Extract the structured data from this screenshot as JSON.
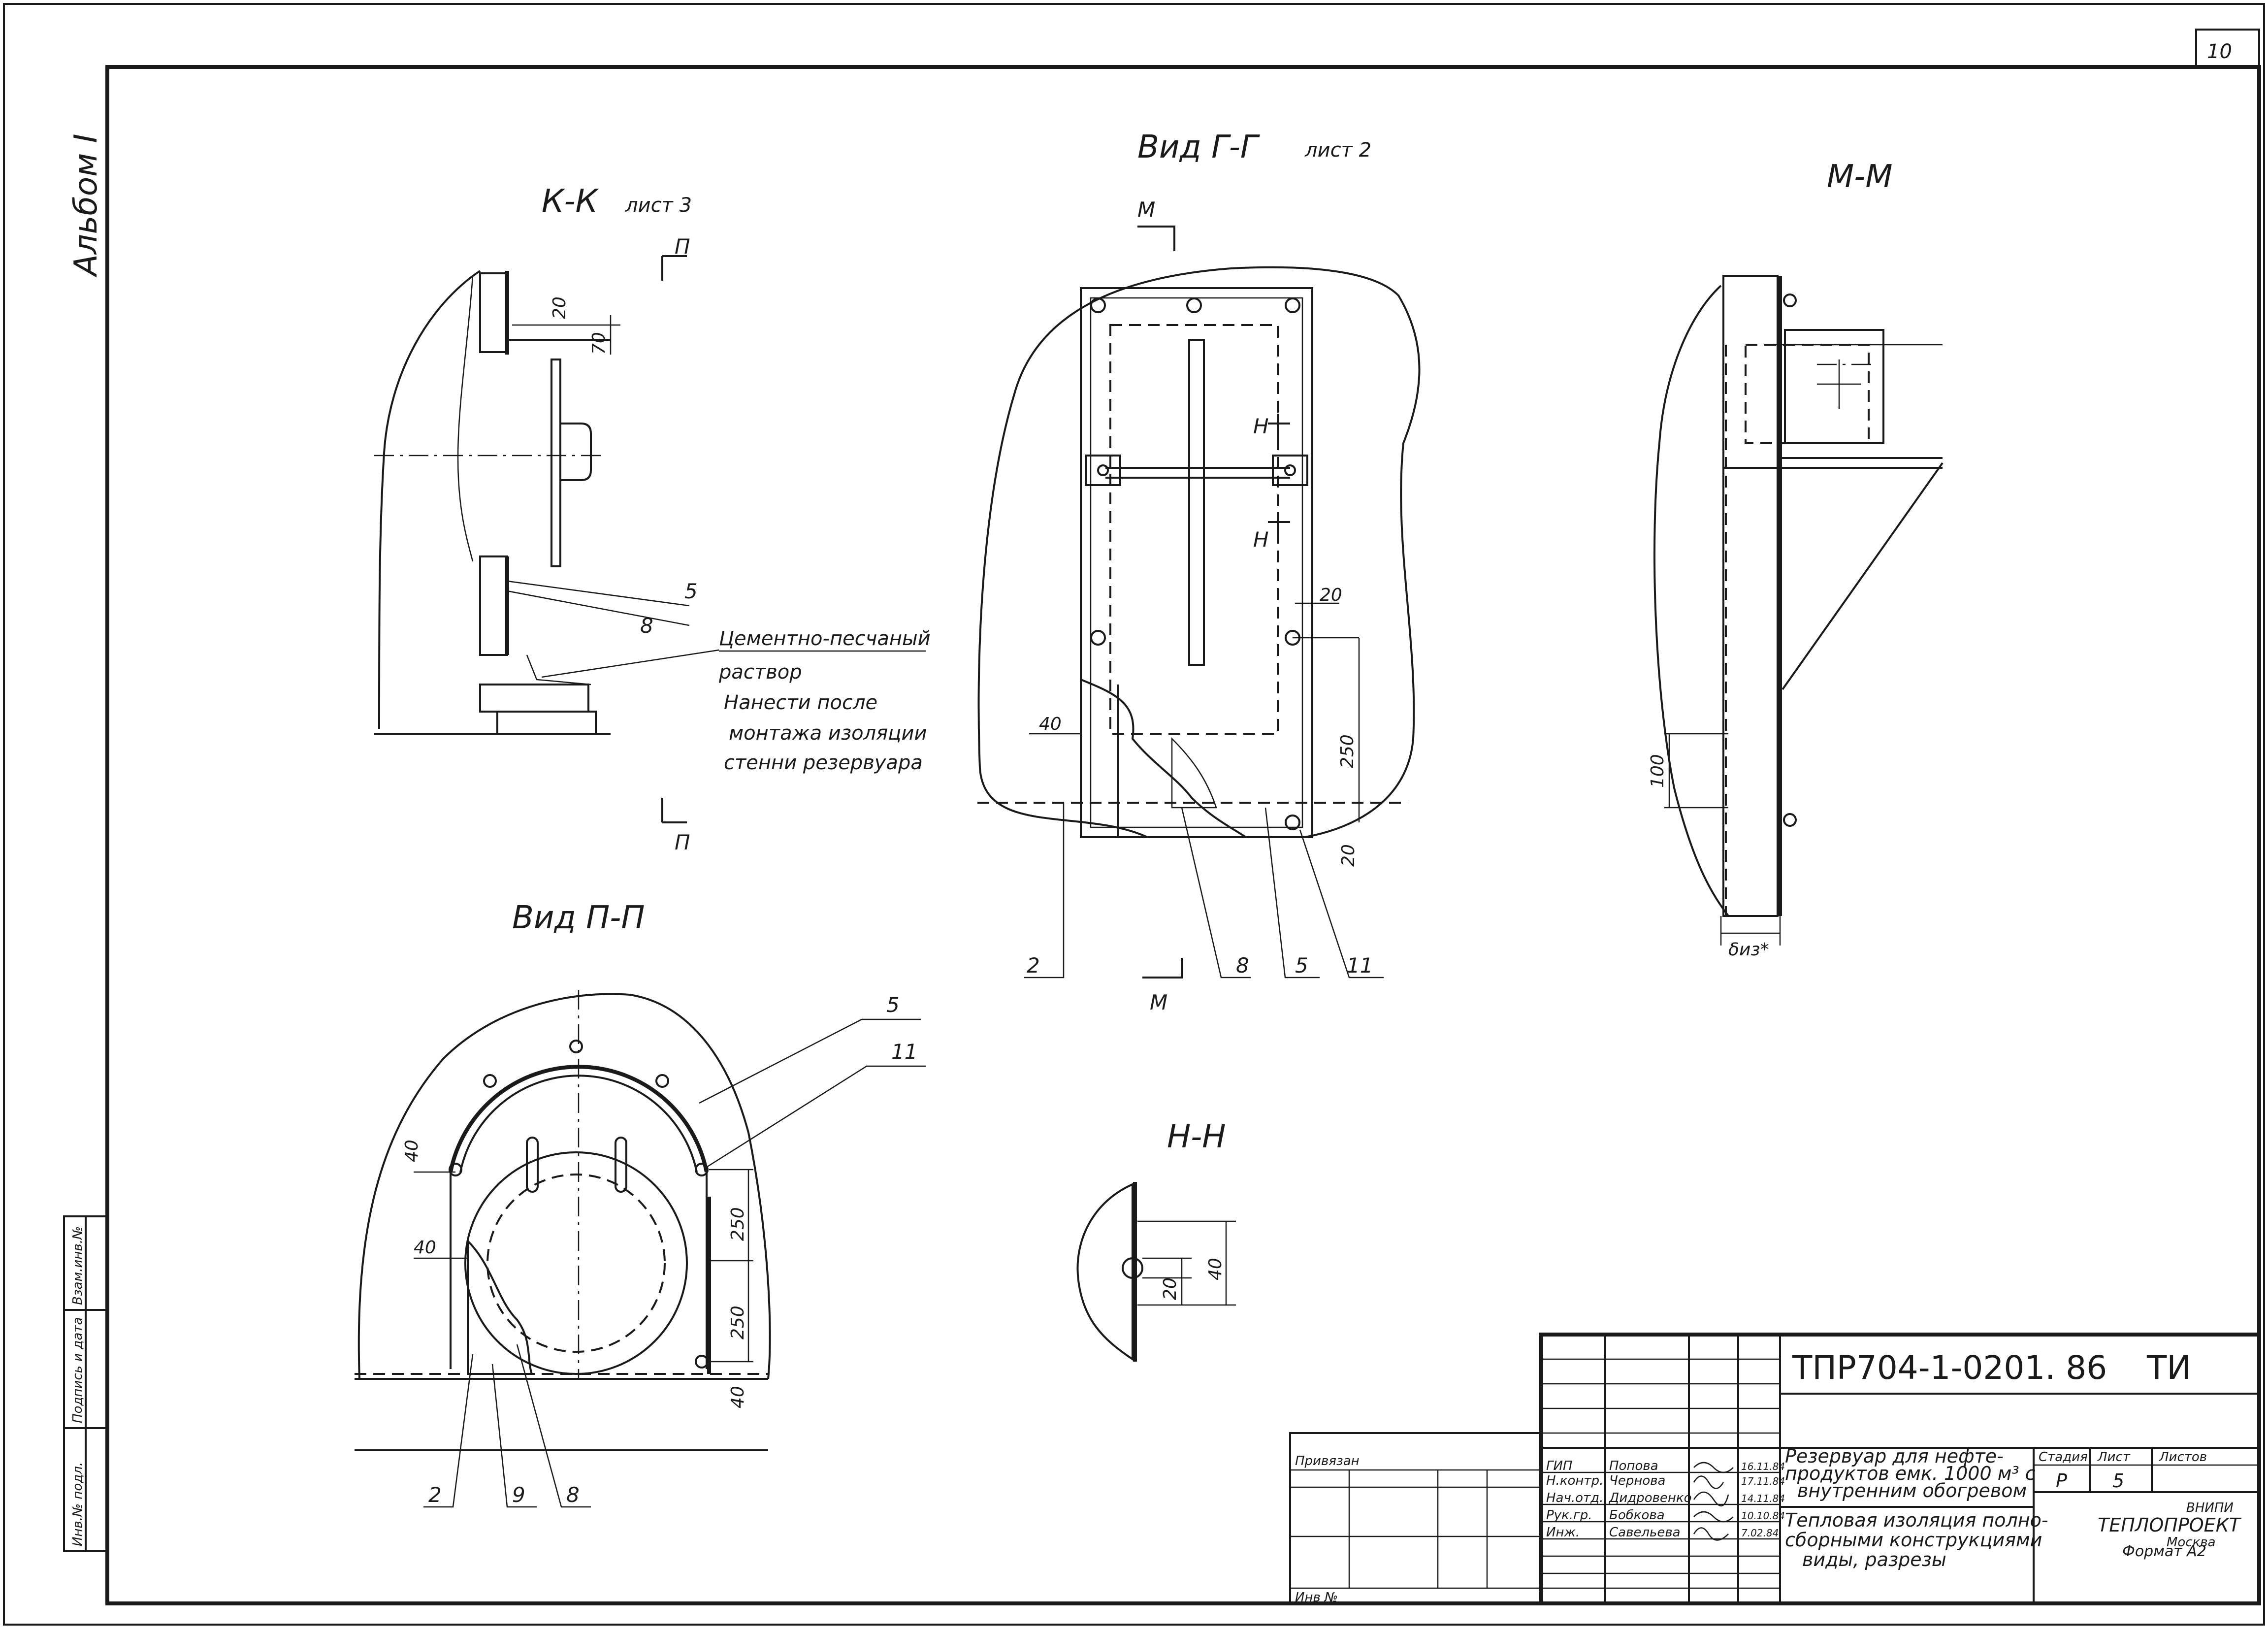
{
  "sheet": {
    "number": "10",
    "album": "Альбом I",
    "format": "Формат А2"
  },
  "views": {
    "kk": {
      "title": "К-К",
      "sheet_ref": "лист 3",
      "dims": [
        "20",
        "70"
      ],
      "callouts": [
        "5",
        "8"
      ],
      "section_mark": "П",
      "note": [
        "Цементно-песчаный",
        "раствор",
        "Нанести после",
        "монтажа изоляции",
        "стенни резервуара"
      ]
    },
    "gg": {
      "title": "Вид Г-Г",
      "sheet_ref": "лист 2",
      "section_m": "М",
      "section_n": "Н",
      "dims": [
        "20",
        "250",
        "40",
        "20"
      ],
      "callouts": [
        "2",
        "8",
        "5",
        "11"
      ]
    },
    "mm": {
      "title": "М-М",
      "dims": [
        "100",
        "δиз*"
      ]
    },
    "pp": {
      "title": "Вид П-П",
      "dims": [
        "40",
        "40",
        "250",
        "250",
        "40"
      ],
      "callouts": [
        "5",
        "11",
        "2",
        "9",
        "8"
      ]
    },
    "nn": {
      "title": "Н-Н",
      "dims": [
        "20",
        "40"
      ]
    }
  },
  "title_block": {
    "code": "ТПР704-1-0201. 86",
    "mark": "ТИ",
    "bound": "Привязан",
    "inv": "Инв №",
    "roles": [
      "ГИП",
      "Н.контр.",
      "Нач.отд.",
      "Рук.гр.",
      "Инж."
    ],
    "names": [
      "Попова",
      "Чернова",
      "Дидровенко",
      "Бобкова",
      "Савельева"
    ],
    "dates": [
      "16.11.84",
      "17.11.84",
      "14.11.84",
      "10.10.84",
      "7.02.84"
    ],
    "subject": [
      "Резервуар для нефте-",
      "продуктов емк. 1000 м³ с",
      "внутренним обогревом"
    ],
    "description": [
      "Тепловая изоляция полно-",
      "сборными конструкциями",
      "виды, разрезы"
    ],
    "stage_label": "Стадия",
    "sheet_label": "Лист",
    "sheets_label": "Листов",
    "stage": "Р",
    "sheet_no": "5",
    "org": [
      "ВНИПИ",
      "ТЕПЛОПРОЕКТ",
      "Москва"
    ]
  },
  "side_stamp": [
    "Инв.№ подл.",
    "Подпись и дата",
    "Взам.инв.№"
  ]
}
